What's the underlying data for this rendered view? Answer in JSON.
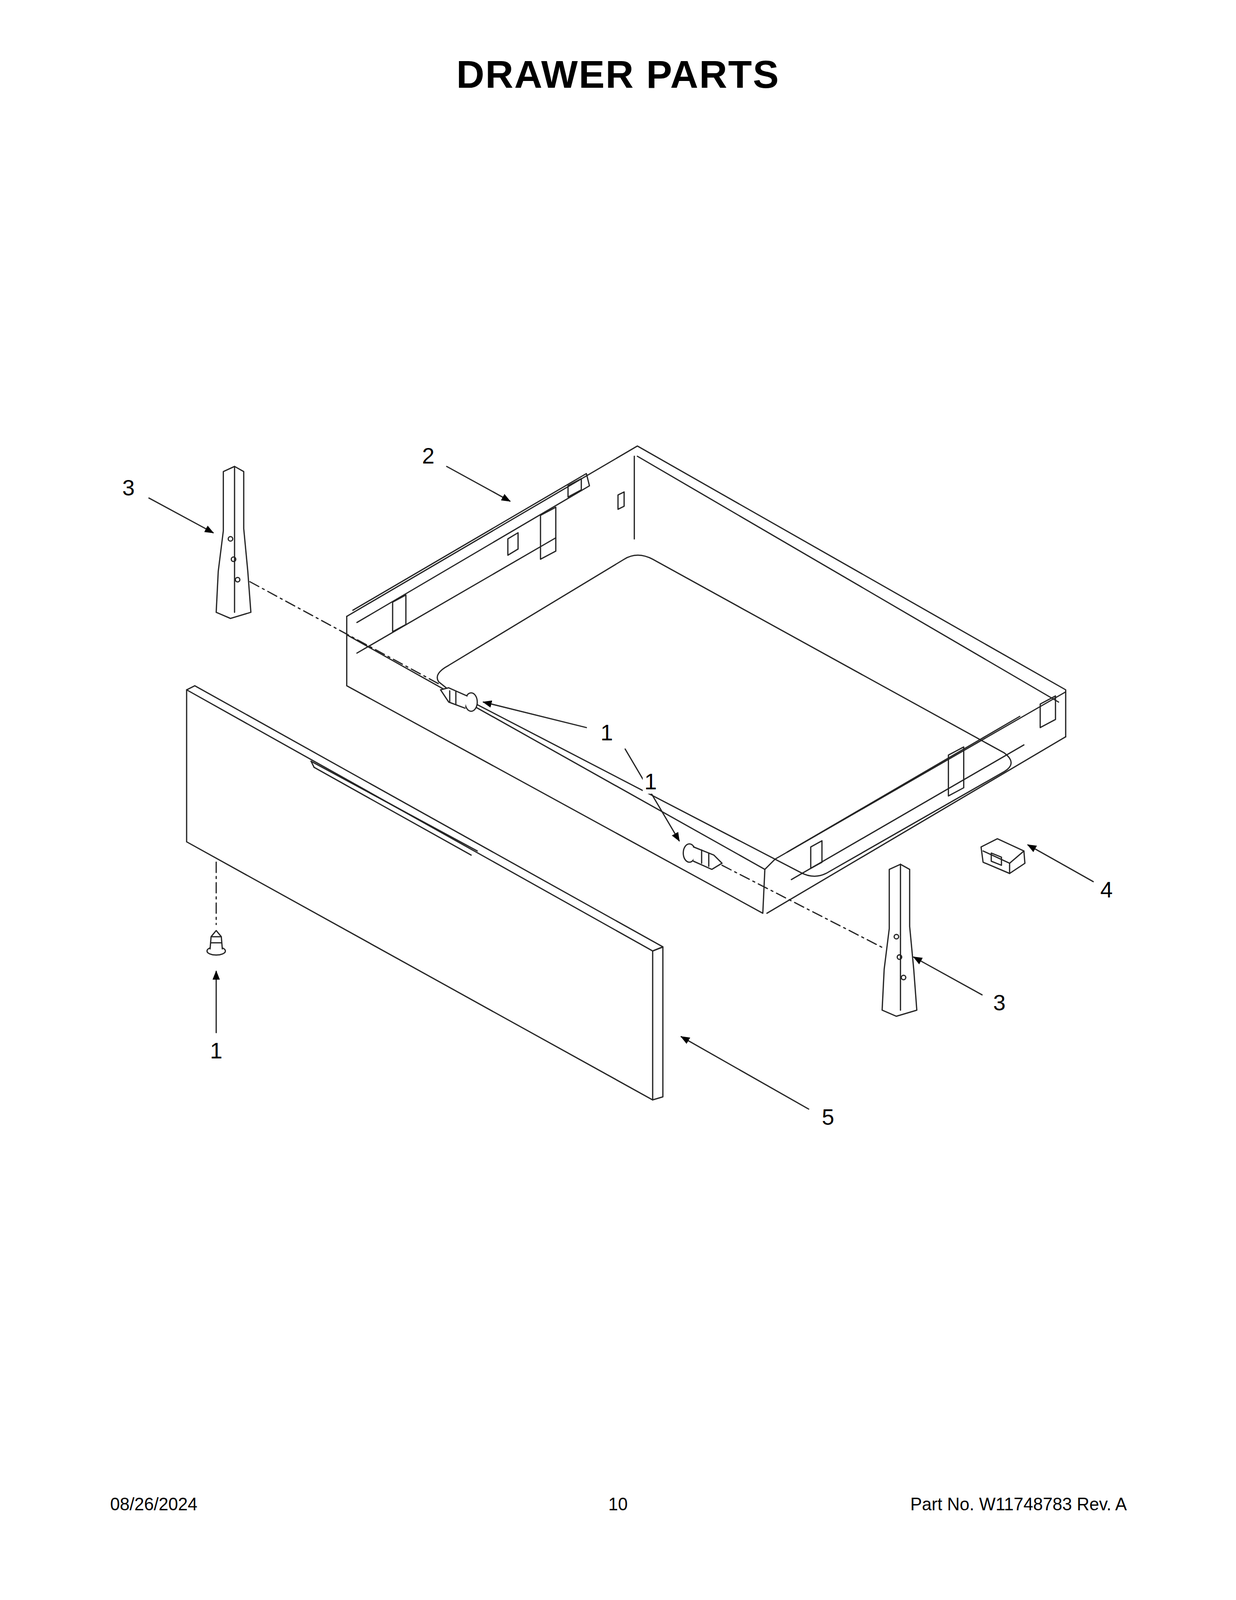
{
  "diagram": {
    "title": "DRAWER PARTS",
    "labels": [
      "2",
      "3",
      "1",
      "1",
      "4",
      "3",
      "1",
      "5",
      "08/26/2024",
      "10",
      "Part No. W11748783 Rev. A"
    ]
  }
}
